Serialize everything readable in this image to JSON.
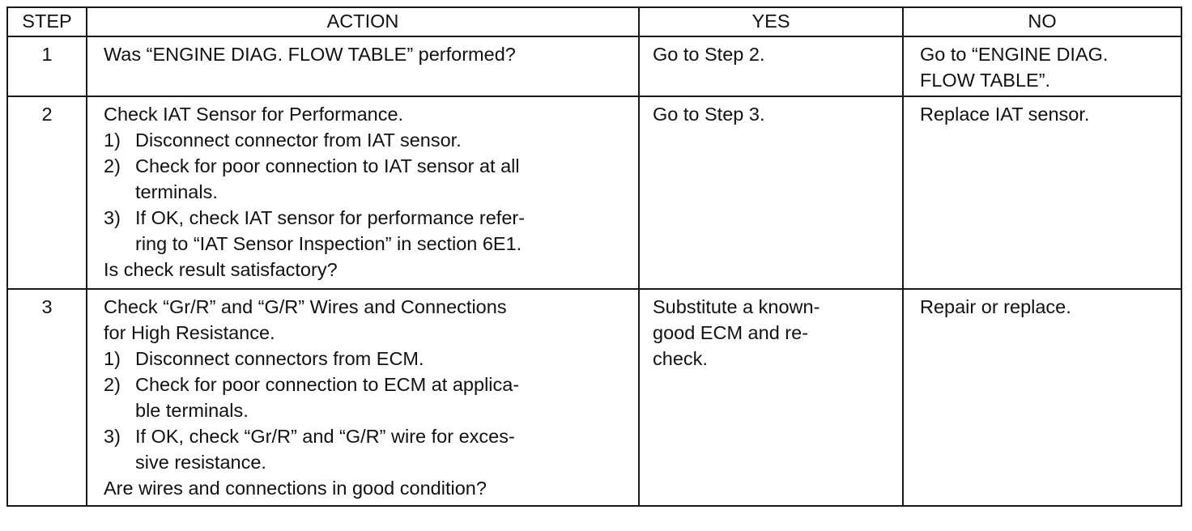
{
  "headers": {
    "step": "STEP",
    "action": "ACTION",
    "yes": "YES",
    "no": "NO"
  },
  "rows": [
    {
      "step": "1",
      "title": "Was “ENGINE DIAG. FLOW TABLE” performed?",
      "items": [],
      "question": "",
      "yes": "Go to Step 2.",
      "no": "Go to “ENGINE DIAG.\nFLOW TABLE”."
    },
    {
      "step": "2",
      "title": "Check IAT Sensor for Performance.",
      "items": [
        {
          "num": "1)",
          "text": "Disconnect connector from IAT sensor."
        },
        {
          "num": "2)",
          "text": "Check for poor connection to IAT sensor at all\nterminals."
        },
        {
          "num": "3)",
          "text": "If OK, check IAT sensor for performance refer-\nring to “IAT Sensor Inspection” in section 6E1."
        }
      ],
      "question": "Is check result satisfactory?",
      "yes": "Go to Step 3.",
      "no": "Replace IAT sensor."
    },
    {
      "step": "3",
      "title": "Check “Gr/R” and “G/R” Wires and Connections\nfor High Resistance.",
      "items": [
        {
          "num": "1)",
          "text": "Disconnect connectors from ECM."
        },
        {
          "num": "2)",
          "text": "Check for poor connection to ECM at applica-\nble terminals."
        },
        {
          "num": "3)",
          "text": "If OK, check “Gr/R” and “G/R” wire for exces-\nsive resistance."
        }
      ],
      "question": "Are wires and connections in good condition?",
      "yes": "Substitute a known-\ngood ECM and re-\ncheck.",
      "no": "Repair or replace."
    }
  ]
}
